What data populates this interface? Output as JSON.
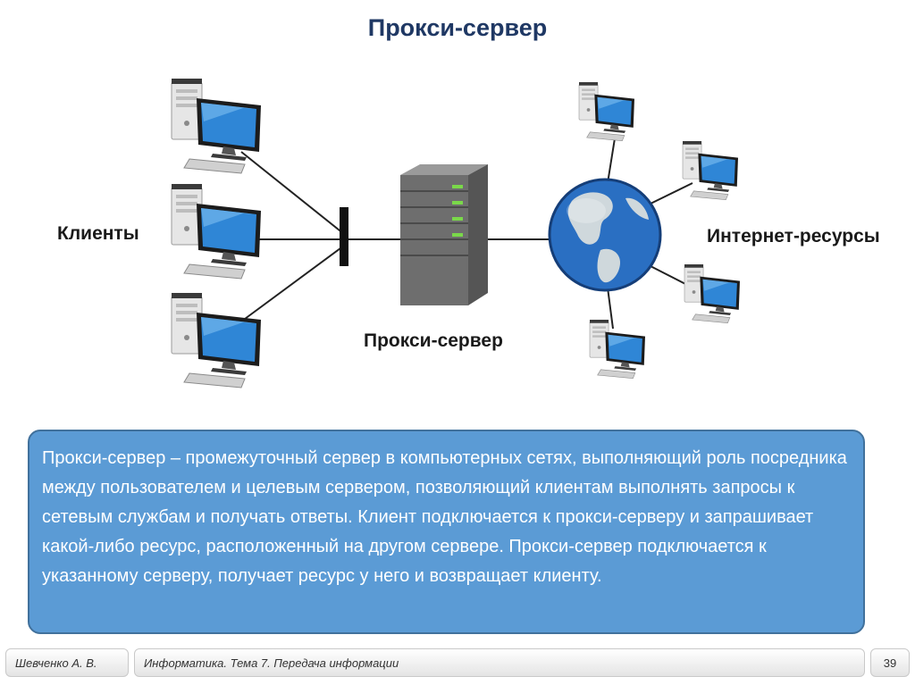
{
  "slide": {
    "title": "Прокси-сервер"
  },
  "diagram": {
    "clients_label": "Клиенты",
    "proxy_label": "Прокси-сервер",
    "internet_label": "Интернет-ресурсы",
    "icons": {
      "client": "desktop-computer-icon",
      "proxy": "server-tower-icon",
      "internet": "globe-icon",
      "resource": "desktop-computer-icon"
    },
    "colors": {
      "monitor_screen": "#2f86d6",
      "server_body": "#6e6e6e",
      "server_led": "#7ad84a",
      "globe_ocean": "#2a6fc2",
      "globe_land": "#cfd8dc"
    }
  },
  "definition": {
    "text": "Прокси-сервер – промежуточный сервер в компьютерных сетях, выполняющий роль посредника между пользователем и целевым сервером, позволяющий клиентам выполнять запросы к сетевым службам и получать ответы. Клиент подключается к прокси-серверу и запрашивает какой-либо ресурс, расположенный на другом сервере. Прокси-сервер подключается к указанному серверу, получает ресурс у него и возвращает клиенту.",
    "background": "#5b9bd5"
  },
  "footer": {
    "author": "Шевченко А. В.",
    "course": "Информатика. Тема 7. Передача информации",
    "page": "39"
  }
}
